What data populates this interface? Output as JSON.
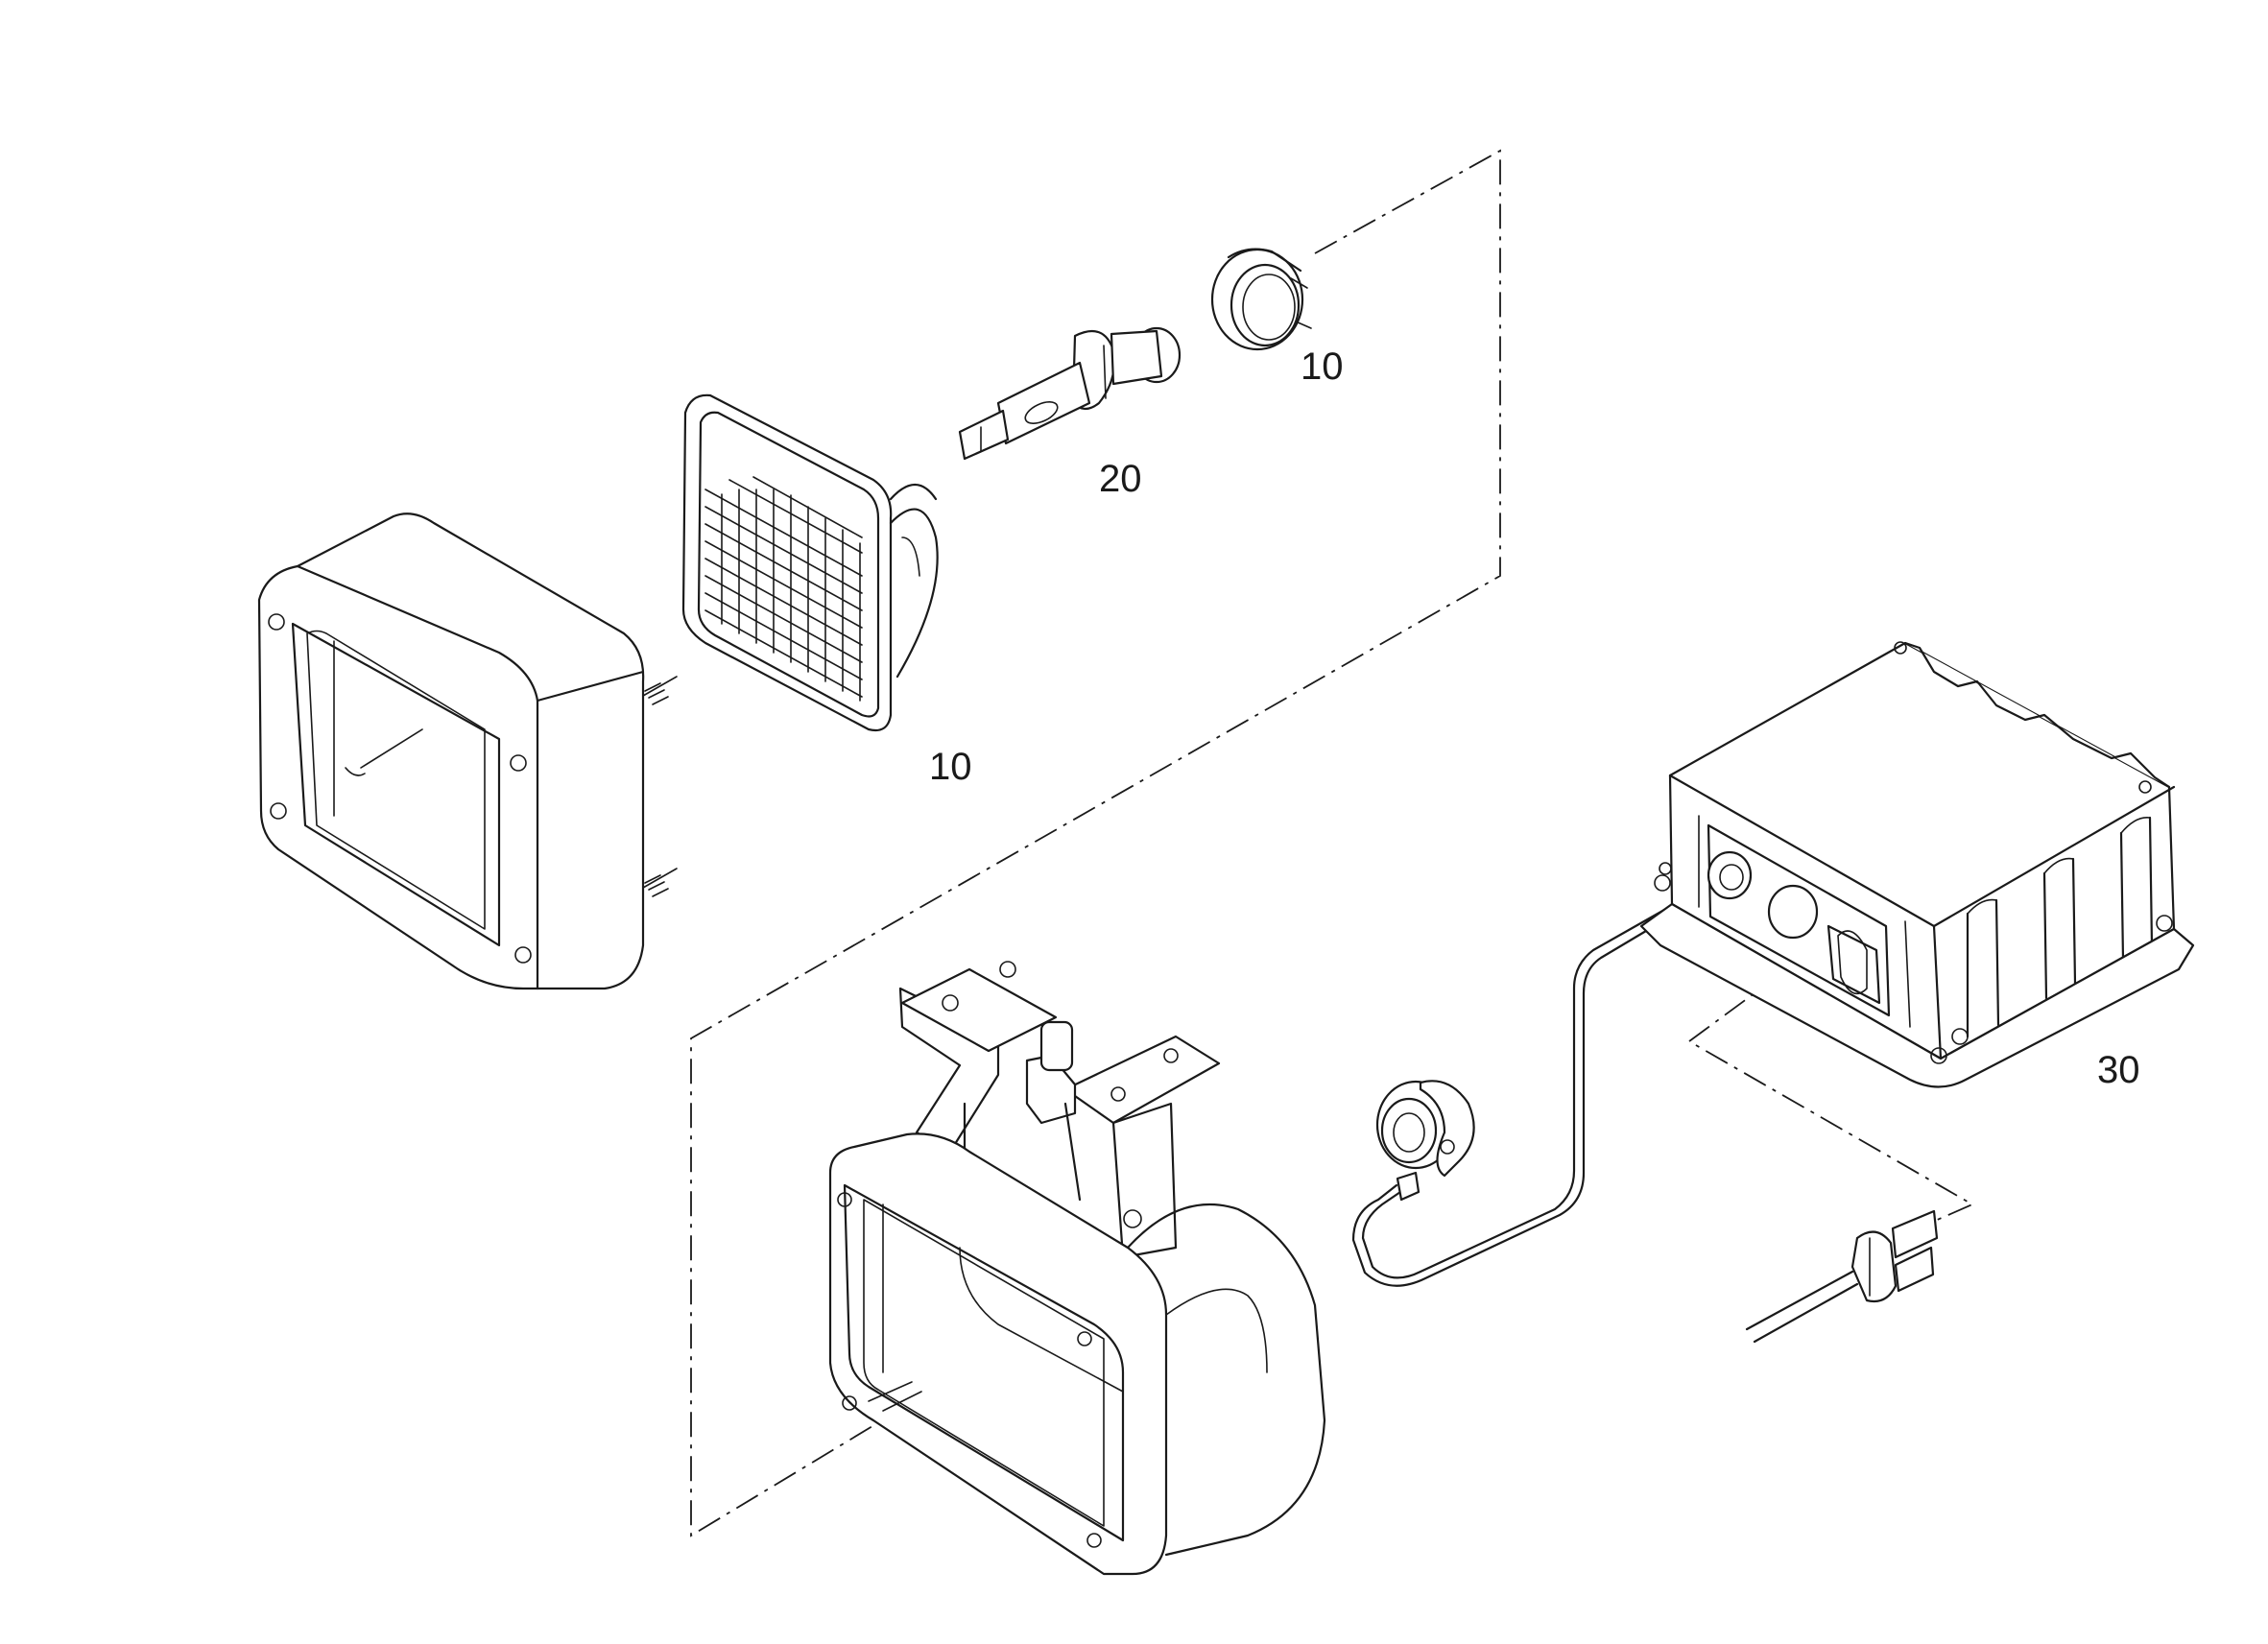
{
  "callouts": {
    "reflector_ring": "10",
    "headlamp_insert": "10",
    "bulb": "20",
    "ballast_unit": "30"
  },
  "icons": {
    "housing_frame": "headlamp-housing-frame-icon",
    "insert": "headlamp-insert-icon",
    "bulb": "xenon-bulb-icon",
    "ring": "bulb-retaining-ring-icon",
    "bracket_housing": "lamp-housing-with-bracket-icon",
    "igniter_cable": "igniter-plug-cable-icon",
    "ballast": "ballast-control-unit-icon",
    "plug": "cable-plug-icon"
  },
  "colors": {
    "line": "#1a1a1a",
    "background": "#ffffff"
  }
}
